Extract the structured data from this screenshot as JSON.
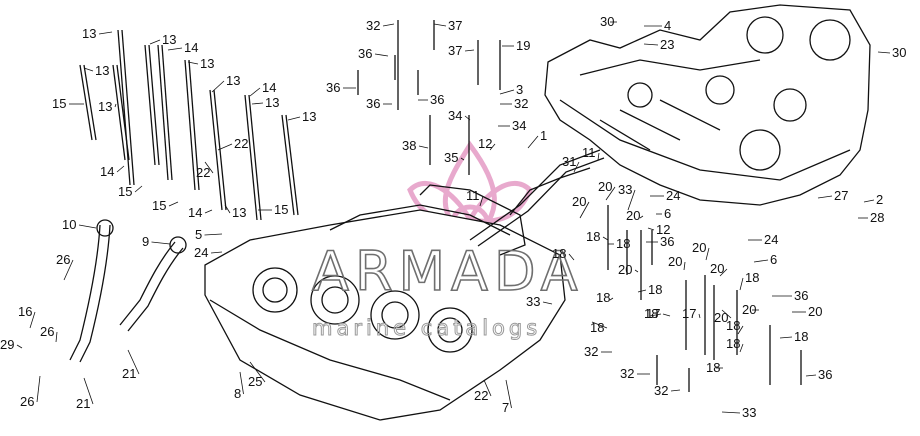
{
  "watermark": {
    "title": "ARMADA",
    "subtitle": "marine catalogs",
    "logo": "armada-logo",
    "accent_color": "#e6a0c8"
  },
  "callouts": [
    {
      "id": "c1",
      "label": "13"
    },
    {
      "id": "c2",
      "label": "13"
    },
    {
      "id": "c3",
      "label": "14"
    },
    {
      "id": "c4",
      "label": "13"
    },
    {
      "id": "c5",
      "label": "13"
    },
    {
      "id": "c6",
      "label": "13"
    },
    {
      "id": "c7",
      "label": "14"
    },
    {
      "id": "c8",
      "label": "13"
    },
    {
      "id": "c9",
      "label": "15"
    },
    {
      "id": "c10",
      "label": "13"
    },
    {
      "id": "c11",
      "label": "13"
    },
    {
      "id": "c12",
      "label": "22"
    },
    {
      "id": "c13",
      "label": "22"
    },
    {
      "id": "c14",
      "label": "14"
    },
    {
      "id": "c15",
      "label": "15"
    },
    {
      "id": "c16",
      "label": "15"
    },
    {
      "id": "c17",
      "label": "14"
    },
    {
      "id": "c18",
      "label": "13"
    },
    {
      "id": "c19",
      "label": "15"
    },
    {
      "id": "c20",
      "label": "10"
    },
    {
      "id": "c21",
      "label": "5"
    },
    {
      "id": "c22",
      "label": "24"
    },
    {
      "id": "c23",
      "label": "9"
    },
    {
      "id": "c24",
      "label": "26"
    },
    {
      "id": "c25",
      "label": "16"
    },
    {
      "id": "c26",
      "label": "26"
    },
    {
      "id": "c27",
      "label": "29"
    },
    {
      "id": "c28",
      "label": "21"
    },
    {
      "id": "c29",
      "label": "26"
    },
    {
      "id": "c30",
      "label": "21"
    },
    {
      "id": "c31",
      "label": "8"
    },
    {
      "id": "c32",
      "label": "25"
    },
    {
      "id": "c33",
      "label": "22"
    },
    {
      "id": "c34",
      "label": "7"
    },
    {
      "id": "c35",
      "label": "32"
    },
    {
      "id": "c36",
      "label": "37"
    },
    {
      "id": "c37",
      "label": "36"
    },
    {
      "id": "c38",
      "label": "37"
    },
    {
      "id": "c39",
      "label": "19"
    },
    {
      "id": "c40",
      "label": "36"
    },
    {
      "id": "c41",
      "label": "36"
    },
    {
      "id": "c42",
      "label": "36"
    },
    {
      "id": "c43",
      "label": "3"
    },
    {
      "id": "c44",
      "label": "32"
    },
    {
      "id": "c45",
      "label": "34"
    },
    {
      "id": "c46",
      "label": "34"
    },
    {
      "id": "c47",
      "label": "38"
    },
    {
      "id": "c48",
      "label": "35"
    },
    {
      "id": "c49",
      "label": "12"
    },
    {
      "id": "c50",
      "label": "1"
    },
    {
      "id": "c51",
      "label": "31"
    },
    {
      "id": "c52",
      "label": "11"
    },
    {
      "id": "c53",
      "label": "11"
    },
    {
      "id": "c54",
      "label": "30"
    },
    {
      "id": "c55",
      "label": "4"
    },
    {
      "id": "c56",
      "label": "23"
    },
    {
      "id": "c57",
      "label": "30"
    },
    {
      "id": "c58",
      "label": "20"
    },
    {
      "id": "c59",
      "label": "33"
    },
    {
      "id": "c60",
      "label": "24"
    },
    {
      "id": "c61",
      "label": "20"
    },
    {
      "id": "c62",
      "label": "20"
    },
    {
      "id": "c63",
      "label": "6"
    },
    {
      "id": "c64",
      "label": "12"
    },
    {
      "id": "c65",
      "label": "18"
    },
    {
      "id": "c66",
      "label": "18"
    },
    {
      "id": "c67",
      "label": "36"
    },
    {
      "id": "c68",
      "label": "18"
    },
    {
      "id": "c69",
      "label": "20"
    },
    {
      "id": "c70",
      "label": "18"
    },
    {
      "id": "c71",
      "label": "24"
    },
    {
      "id": "c72",
      "label": "6"
    },
    {
      "id": "c73",
      "label": "27"
    },
    {
      "id": "c74",
      "label": "2"
    },
    {
      "id": "c75",
      "label": "28"
    },
    {
      "id": "c76",
      "label": "20"
    },
    {
      "id": "c77",
      "label": "20"
    },
    {
      "id": "c78",
      "label": "20"
    },
    {
      "id": "c79",
      "label": "18"
    },
    {
      "id": "c80",
      "label": "18"
    },
    {
      "id": "c81",
      "label": "18"
    },
    {
      "id": "c82",
      "label": "36"
    },
    {
      "id": "c83",
      "label": "33"
    },
    {
      "id": "c84",
      "label": "18"
    },
    {
      "id": "c85",
      "label": "17"
    },
    {
      "id": "c86",
      "label": "17"
    },
    {
      "id": "c87",
      "label": "20"
    },
    {
      "id": "c88",
      "label": "20"
    },
    {
      "id": "c89",
      "label": "20"
    },
    {
      "id": "c90",
      "label": "18"
    },
    {
      "id": "c91",
      "label": "18"
    },
    {
      "id": "c92",
      "label": "32"
    },
    {
      "id": "c93",
      "label": "32"
    },
    {
      "id": "c94",
      "label": "32"
    },
    {
      "id": "c95",
      "label": "18"
    },
    {
      "id": "c96",
      "label": "18"
    },
    {
      "id": "c97",
      "label": "36"
    },
    {
      "id": "c98",
      "label": "33"
    }
  ]
}
